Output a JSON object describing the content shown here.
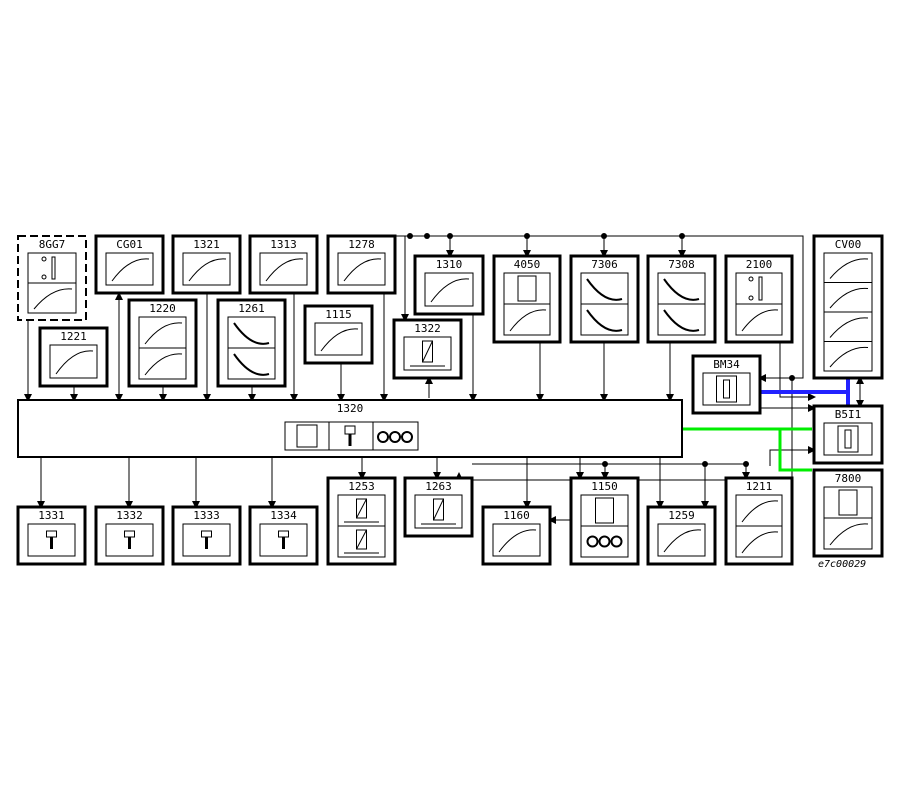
{
  "diagram": {
    "reference": "e7c00029",
    "central_unit": {
      "id": "1320"
    },
    "components": [
      {
        "id": "8GG7",
        "icon": "switch-and-light-icon"
      },
      {
        "id": "CG01",
        "icon": "diagnostic-connector-icon"
      },
      {
        "id": "1321",
        "icon": "capacitor-icon"
      },
      {
        "id": "1313",
        "icon": "engine-speed-sensor-icon"
      },
      {
        "id": "1278",
        "icon": "heater-resistor-icon"
      },
      {
        "id": "1221",
        "icon": "temperature-sensor-icon"
      },
      {
        "id": "1220",
        "icon": "coolant-temperature-icon"
      },
      {
        "id": "1261",
        "icon": "accelerator-pedal-icon"
      },
      {
        "id": "1115",
        "icon": "cylinder-reference-sensor-icon"
      },
      {
        "id": "1322",
        "icon": "solenoid-valve-icon"
      },
      {
        "id": "1310",
        "icon": "variable-resistor-icon"
      },
      {
        "id": "4050",
        "icon": "ecu-and-tank-icon"
      },
      {
        "id": "7306",
        "icon": "switch-and-pedal-icon"
      },
      {
        "id": "7308",
        "icon": "switch-and-pedal-icon"
      },
      {
        "id": "2100",
        "icon": "switch-and-brake-light-icon"
      },
      {
        "id": "CV00",
        "icon": "steering-wheel-module-icon"
      },
      {
        "id": "BM34",
        "icon": "relay-unit-icon"
      },
      {
        "id": "B5I1",
        "icon": "relay-unit-icon"
      },
      {
        "id": "7800",
        "icon": "ecu-and-esp-icon"
      },
      {
        "id": "1331",
        "icon": "injector-icon"
      },
      {
        "id": "1332",
        "icon": "injector-icon"
      },
      {
        "id": "1333",
        "icon": "injector-icon"
      },
      {
        "id": "1334",
        "icon": "injector-icon"
      },
      {
        "id": "1253",
        "icon": "solenoid-and-turbo-icon"
      },
      {
        "id": "1263",
        "icon": "solenoid-valve-icon"
      },
      {
        "id": "1160",
        "icon": "glow-plugs-icon"
      },
      {
        "id": "1150",
        "icon": "ecu-and-glow-icon"
      },
      {
        "id": "1259",
        "icon": "engine-icon"
      },
      {
        "id": "1211",
        "icon": "fuel-pump-icon"
      }
    ],
    "colors": {
      "can_bus": "#2222ff",
      "can_bus_stripe": "#cc33cc",
      "van_bus": "#00ee00",
      "wire": "#000000"
    }
  }
}
